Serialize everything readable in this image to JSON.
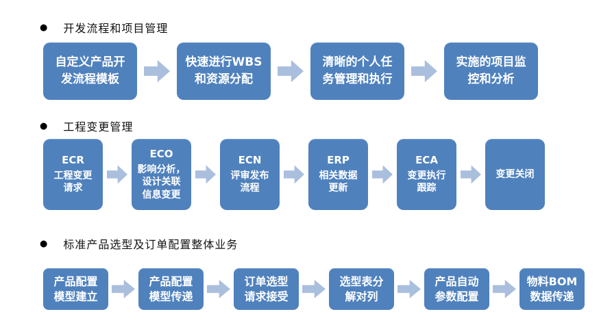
{
  "colors": {
    "box_fill": "#4f81bd",
    "arrow_fill": "#aabfde",
    "box_text": "#ffffff",
    "header_text": "#111111",
    "background": "#ffffff"
  },
  "icons": {
    "bullet_glyph": "●",
    "arrow_icon": "right-block-arrow"
  },
  "sections": [
    {
      "header": "开发流程和项目管理",
      "boxes": [
        {
          "lines": [
            "自定义产品开",
            "发流程模板"
          ]
        },
        {
          "lines": [
            "快速进行WBS",
            "和资源分配"
          ]
        },
        {
          "lines": [
            "清晰的个人任",
            "务管理和执行"
          ]
        },
        {
          "lines": [
            "实施的项目监",
            "控和分析"
          ]
        }
      ]
    },
    {
      "header": "工程变更管理",
      "boxes": [
        {
          "acronym": "ECR",
          "lines": [
            "工程变更",
            "请求"
          ]
        },
        {
          "acronym": "ECO",
          "lines": [
            "影响分析，",
            "设计关联",
            "信息变更"
          ]
        },
        {
          "acronym": "ECN",
          "lines": [
            "评审发布",
            "流程"
          ]
        },
        {
          "acronym": "ERP",
          "lines": [
            "相关数据",
            "更新"
          ]
        },
        {
          "acronym": "ECA",
          "lines": [
            "变更执行",
            "跟踪"
          ]
        },
        {
          "acronym": "",
          "lines": [
            "变更关闭"
          ]
        }
      ]
    },
    {
      "header": "标准产品选型及订单配置整体业务",
      "boxes": [
        {
          "lines": [
            "产品配置",
            "模型建立"
          ]
        },
        {
          "lines": [
            "产品配置",
            "模型传递"
          ]
        },
        {
          "lines": [
            "订单选型",
            "请求接受"
          ]
        },
        {
          "lines": [
            "选型表分",
            "解对列"
          ]
        },
        {
          "lines": [
            "产品自动",
            "参数配置"
          ]
        },
        {
          "lines": [
            "物料BOM",
            "数据传递"
          ]
        }
      ]
    }
  ]
}
